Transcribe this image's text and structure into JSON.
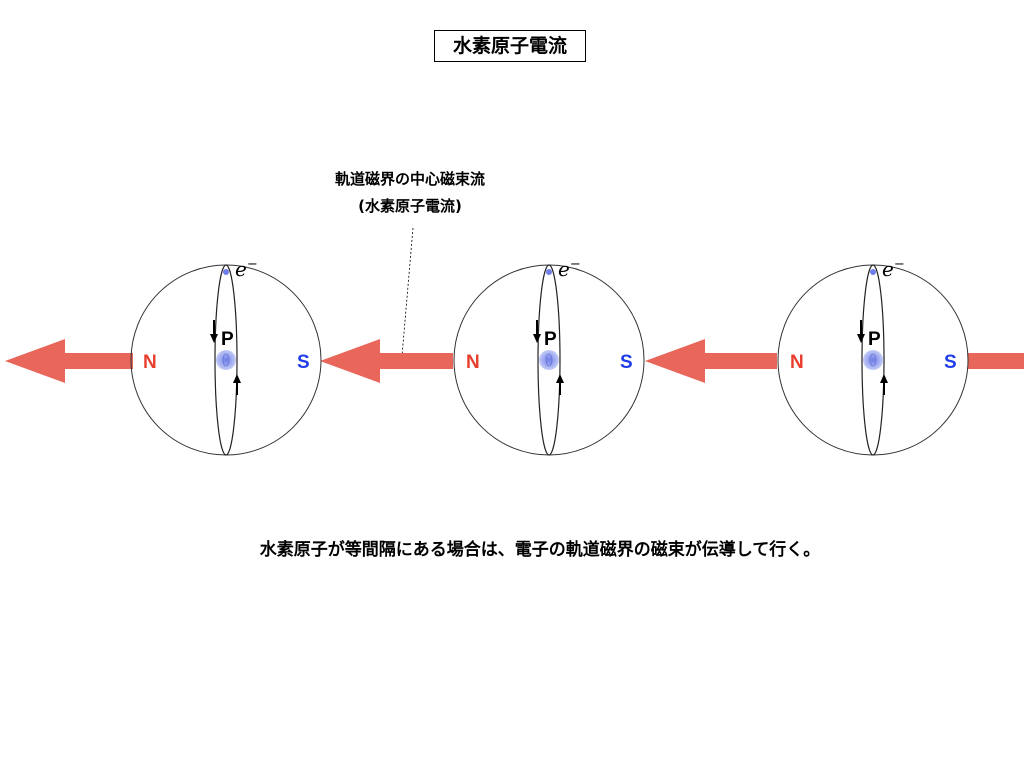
{
  "title": "水素原子電流",
  "callout": {
    "line1": "軌道磁界の中心磁束流",
    "line2": "(水素原子電流)"
  },
  "caption": "水素原子が等間隔にある場合は、電子の軌道磁界の磁束が伝導して行く。",
  "atoms": [
    {
      "electron": "e",
      "electron_sup": "−",
      "proton": "P",
      "north": "N",
      "south": "S"
    },
    {
      "electron": "e",
      "electron_sup": "−",
      "proton": "P",
      "north": "N",
      "south": "S"
    },
    {
      "electron": "e",
      "electron_sup": "−",
      "proton": "P",
      "north": "N",
      "south": "S"
    }
  ],
  "colors": {
    "arrow": "#e8675a",
    "north": "#e8402e",
    "south": "#1f3de8",
    "nucleus": "#aab4f0"
  }
}
